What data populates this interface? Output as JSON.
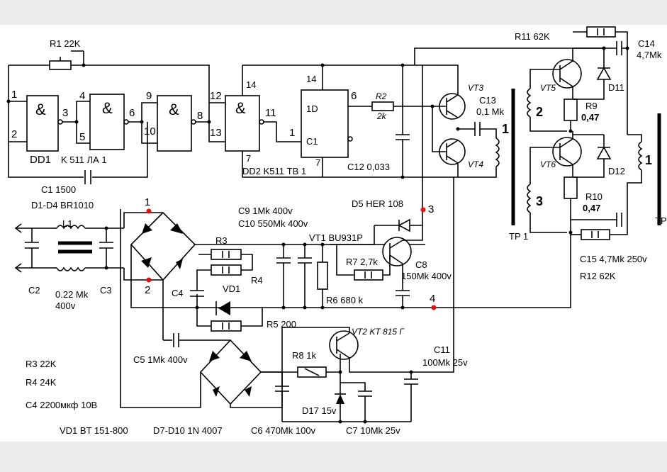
{
  "labels": {
    "r1": "R1 22K",
    "r11": "R11 62K",
    "c14": "C14",
    "c14v": "4,7Mk",
    "vt3": "VT3",
    "vt4": "VT4",
    "vt5": "VT5",
    "vt6": "VT6",
    "c13": "C13",
    "c13v": "0,1 Mk",
    "d11": "D11",
    "d12": "D12",
    "r9": "R9",
    "r9v": "0,47",
    "r10": "R10",
    "r10v": "0,47",
    "tp1": "TP 1",
    "tp": "TP",
    "c15": "C15  4,7Mk 250v",
    "r12": "R12  62K",
    "dd1": "DD1",
    "k511la1": "K 511 ЛА 1",
    "dd2": "DD2  K511 ТВ 1",
    "c1": "C1 1500",
    "c12": "C12 0,033",
    "r2": "R2",
    "r2v": "2k",
    "pin14a": "14",
    "pin14b": "14",
    "pin7a": "7",
    "pin7b": "7",
    "pin6": "6",
    "pin1d": "1D",
    "pinc1": "C1",
    "pin11": "11",
    "pin1": "1",
    "n1": "1",
    "n2": "2",
    "n3": "3",
    "n4": "4",
    "n5": "5",
    "n6": "6",
    "n8": "8",
    "n9": "9",
    "n10": "10",
    "n12": "12",
    "n13": "13",
    "d1d4": "D1-D4  BR1010",
    "l1": "L1",
    "c2": "C2",
    "c3": "C3",
    "c2v": "0.22 Mk",
    "c2v2": "400v",
    "c9": "C9  1Mk 400v",
    "c10": "C10  550Mk 400v",
    "d5": "D5 HER 108",
    "vt1": "VT1  BU931P",
    "r3": "R3",
    "r4": "R4",
    "r7": "R7 2,7k",
    "c8": "C8",
    "c8v": "150Mk 400v",
    "r6": "R6 680 k",
    "c4": "C4",
    "vd1": "VD1",
    "r5": "R5 200",
    "c5": "C5  1Mk 400v",
    "r8": "R8  1k",
    "vt2": "VT2  KT 815 Г",
    "c11": "C11",
    "c11v": "100Mk 25v",
    "d17": "D17  15v",
    "c6": "C6  470Mk 100v",
    "c7": "C7  10Mk 25v",
    "legend_r3": "R3   22K",
    "legend_r4": "R4   24K",
    "legend_c4": "C4  2200мкф 10B",
    "legend_vd1": "VD1  BT 151-800",
    "legend_d7": "D7-D10  1N 4007",
    "pt1": "1",
    "pt2": "2",
    "pt3": "3",
    "pt4": "4",
    "tw2": "2",
    "tw3": "3",
    "tw1a": "1",
    "tw1b": "1"
  }
}
